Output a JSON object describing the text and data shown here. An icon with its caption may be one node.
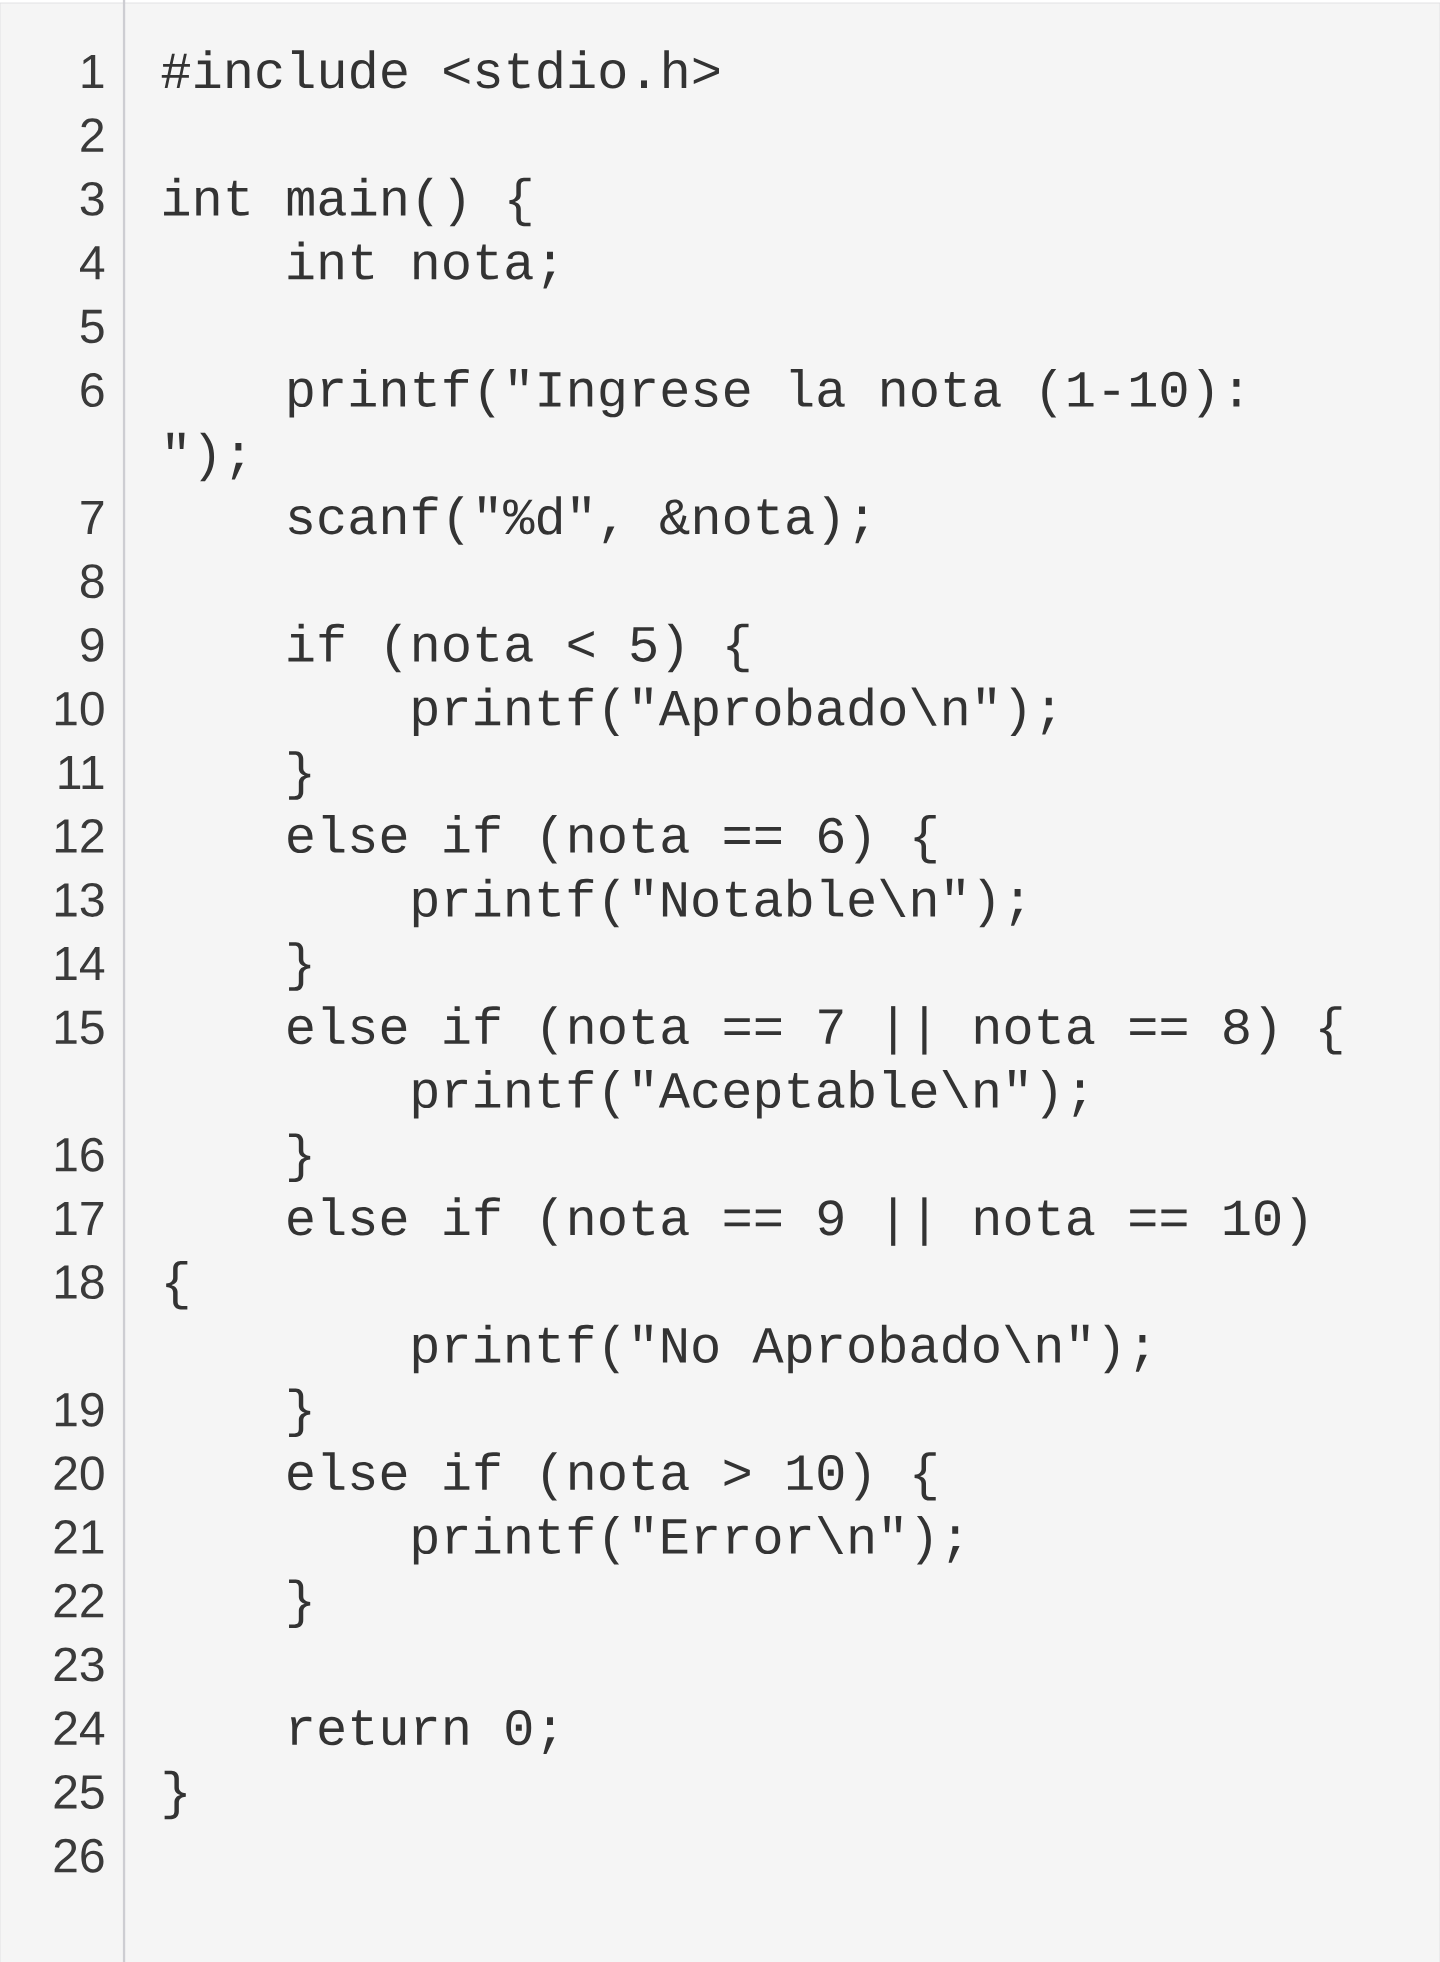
{
  "diagram": {
    "labels": [
      "1",
      "#include <stdio.h>",
      "2",
      "3",
      "int main() {",
      "4",
      "int nota;",
      "5",
      "6",
      "printf(\"Ingrese la nota (1-10):",
      "\");",
      "7",
      "scanf(\"%d\", &nota);",
      "8",
      "9",
      "if (nota < 5) {",
      "10",
      "printf(\"Aprobado\\n\");",
      "11",
      "}",
      "12",
      "else if (nota == 6) {",
      "13",
      "printf(\"Notable\\n\");",
      "14",
      "}",
      "15",
      "else if (nota == 7 || nota == 8) {",
      "printf(\"Aceptable\\n\");",
      "16",
      "}",
      "17",
      "else if (nota == 9 || nota == 10)",
      "18",
      "{",
      "printf(\"No Aprobado\\n\");",
      "19",
      "}",
      "20",
      "else if (nota > 10) {",
      "21",
      "printf(\"Error\\n\");",
      "22",
      "}",
      "23",
      "24",
      "return 0;",
      "25",
      "}",
      "26"
    ]
  }
}
